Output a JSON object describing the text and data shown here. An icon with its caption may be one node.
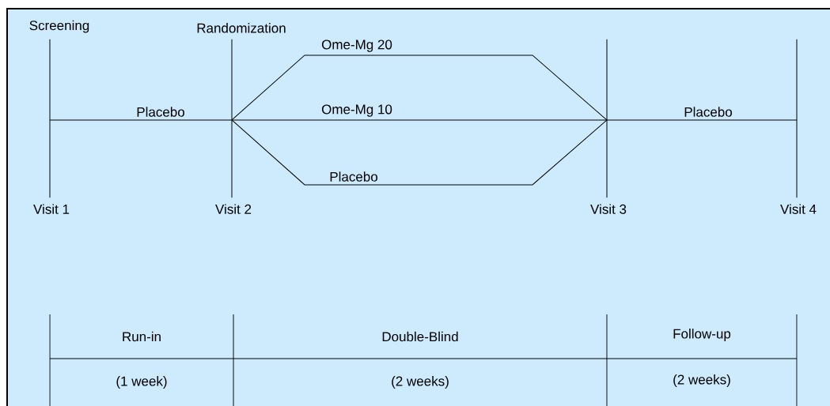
{
  "diagram": {
    "nodes": [
      {
        "text": [
          "Screening",
          "Visit 1"
        ]
      },
      {
        "text": [
          "Randomization",
          "Visit 2"
        ]
      },
      {
        "text": [
          "Visit 3"
        ]
      },
      {
        "text": [
          "Visit 4"
        ]
      }
    ],
    "edges": [
      {
        "from": 0,
        "to": 1,
        "arrow": "none",
        "label": "Placebo"
      },
      {
        "from": 1,
        "to": 2,
        "arrow": "none",
        "label": "Ome-Mg 20"
      },
      {
        "from": 1,
        "to": 2,
        "arrow": "none",
        "label": "Ome-Mg 10"
      },
      {
        "from": 1,
        "to": 2,
        "arrow": "none",
        "label": "Placebo"
      },
      {
        "from": 2,
        "to": 3,
        "arrow": "none",
        "label": "Placebo"
      }
    ],
    "labels": [
      "Run-in",
      "Double-Blind",
      "Follow-up",
      "(1 week)",
      "(2 weeks)",
      "(2 weeks)"
    ]
  }
}
